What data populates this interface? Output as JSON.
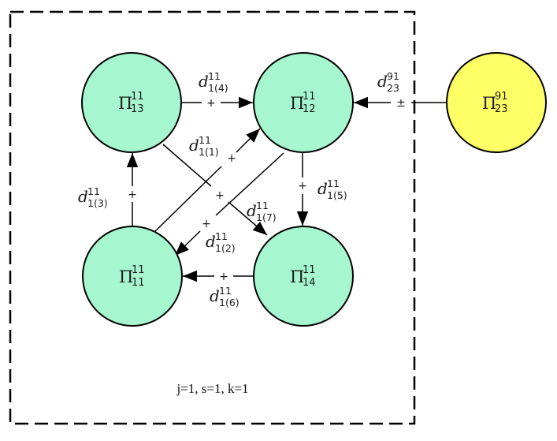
{
  "caption": "j=1,  s=1,  k=1",
  "colors": {
    "internal_node_fill": "#A6F7CF",
    "external_node_fill": "#FFFF66",
    "stroke": "#000000"
  },
  "nodes": [
    {
      "id": "P13",
      "symbol": "Π",
      "sup": "11",
      "sub": "13",
      "type": "internal"
    },
    {
      "id": "P12",
      "symbol": "Π",
      "sup": "11",
      "sub": "12",
      "type": "internal"
    },
    {
      "id": "P11",
      "symbol": "Π",
      "sup": "11",
      "sub": "11",
      "type": "internal"
    },
    {
      "id": "P14",
      "symbol": "Π",
      "sup": "11",
      "sub": "14",
      "type": "internal"
    },
    {
      "id": "P23",
      "symbol": "Π",
      "sup": "91",
      "sub": "23",
      "type": "external"
    }
  ],
  "edges": [
    {
      "id": "e4",
      "from": "P13",
      "to": "P12",
      "symbol": "d",
      "sup": "11",
      "sub": "1(4)",
      "sign": "+"
    },
    {
      "id": "e1",
      "from": "P11",
      "to": "P12",
      "symbol": "d",
      "sup": "11",
      "sub": "1(1)",
      "sign": "+"
    },
    {
      "id": "e3",
      "from": "P11",
      "to": "P13",
      "symbol": "d",
      "sup": "11",
      "sub": "1(3)",
      "sign": "+"
    },
    {
      "id": "e5",
      "from": "P12",
      "to": "P14",
      "symbol": "d",
      "sup": "11",
      "sub": "1(5)",
      "sign": "+"
    },
    {
      "id": "e7",
      "from": "P13",
      "to": "P14",
      "symbol": "d",
      "sup": "11",
      "sub": "1(7)",
      "sign": "+"
    },
    {
      "id": "e2",
      "from": "P12",
      "to": "P11",
      "symbol": "d",
      "sup": "11",
      "sub": "1(2)",
      "sign": "+"
    },
    {
      "id": "e6",
      "from": "P14",
      "to": "P11",
      "symbol": "d",
      "sup": "11",
      "sub": "1(6)",
      "sign": "+"
    },
    {
      "id": "e23",
      "from": "P23",
      "to": "P12",
      "symbol": "d",
      "sup": "91",
      "sub": "23",
      "sign": "±"
    }
  ]
}
